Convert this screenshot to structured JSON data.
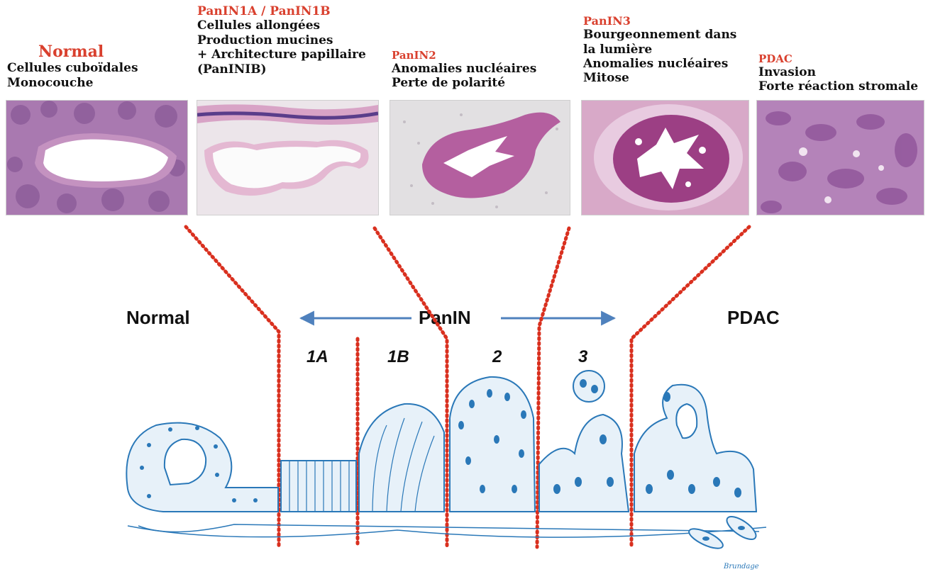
{
  "panels": [
    {
      "title": "Normal",
      "lines": [
        "Cellules cuboïdales",
        "Monocouche"
      ]
    },
    {
      "title": "PanIN1A / PanIN1B",
      "lines": [
        "Cellules allongées",
        "Production mucines",
        "+ Architecture papillaire",
        "(PanINIB)"
      ]
    },
    {
      "title": "PanIN2",
      "lines": [
        "Anomalies nucléaires",
        "Perte de polarité"
      ]
    },
    {
      "title": "PanIN3",
      "lines": [
        "Bourgeonnement dans",
        "la lumière",
        "Anomalies nucléaires",
        "Mitose"
      ]
    },
    {
      "title": "PDAC",
      "lines": [
        "Invasion",
        "Forte réaction stromale"
      ]
    }
  ],
  "progression": {
    "left": "Normal",
    "center": "PanIN",
    "right": "PDAC"
  },
  "grades": [
    "1A",
    "1B",
    "2",
    "3"
  ],
  "signature": "Brundage",
  "colors": {
    "title_red": "#d9402e",
    "divider_red": "#d9301f",
    "arrow_blue": "#4f81bd",
    "drawing_blue": "#2a78b8",
    "he_pink": "#c884b4",
    "he_purple": "#8a4d95"
  }
}
